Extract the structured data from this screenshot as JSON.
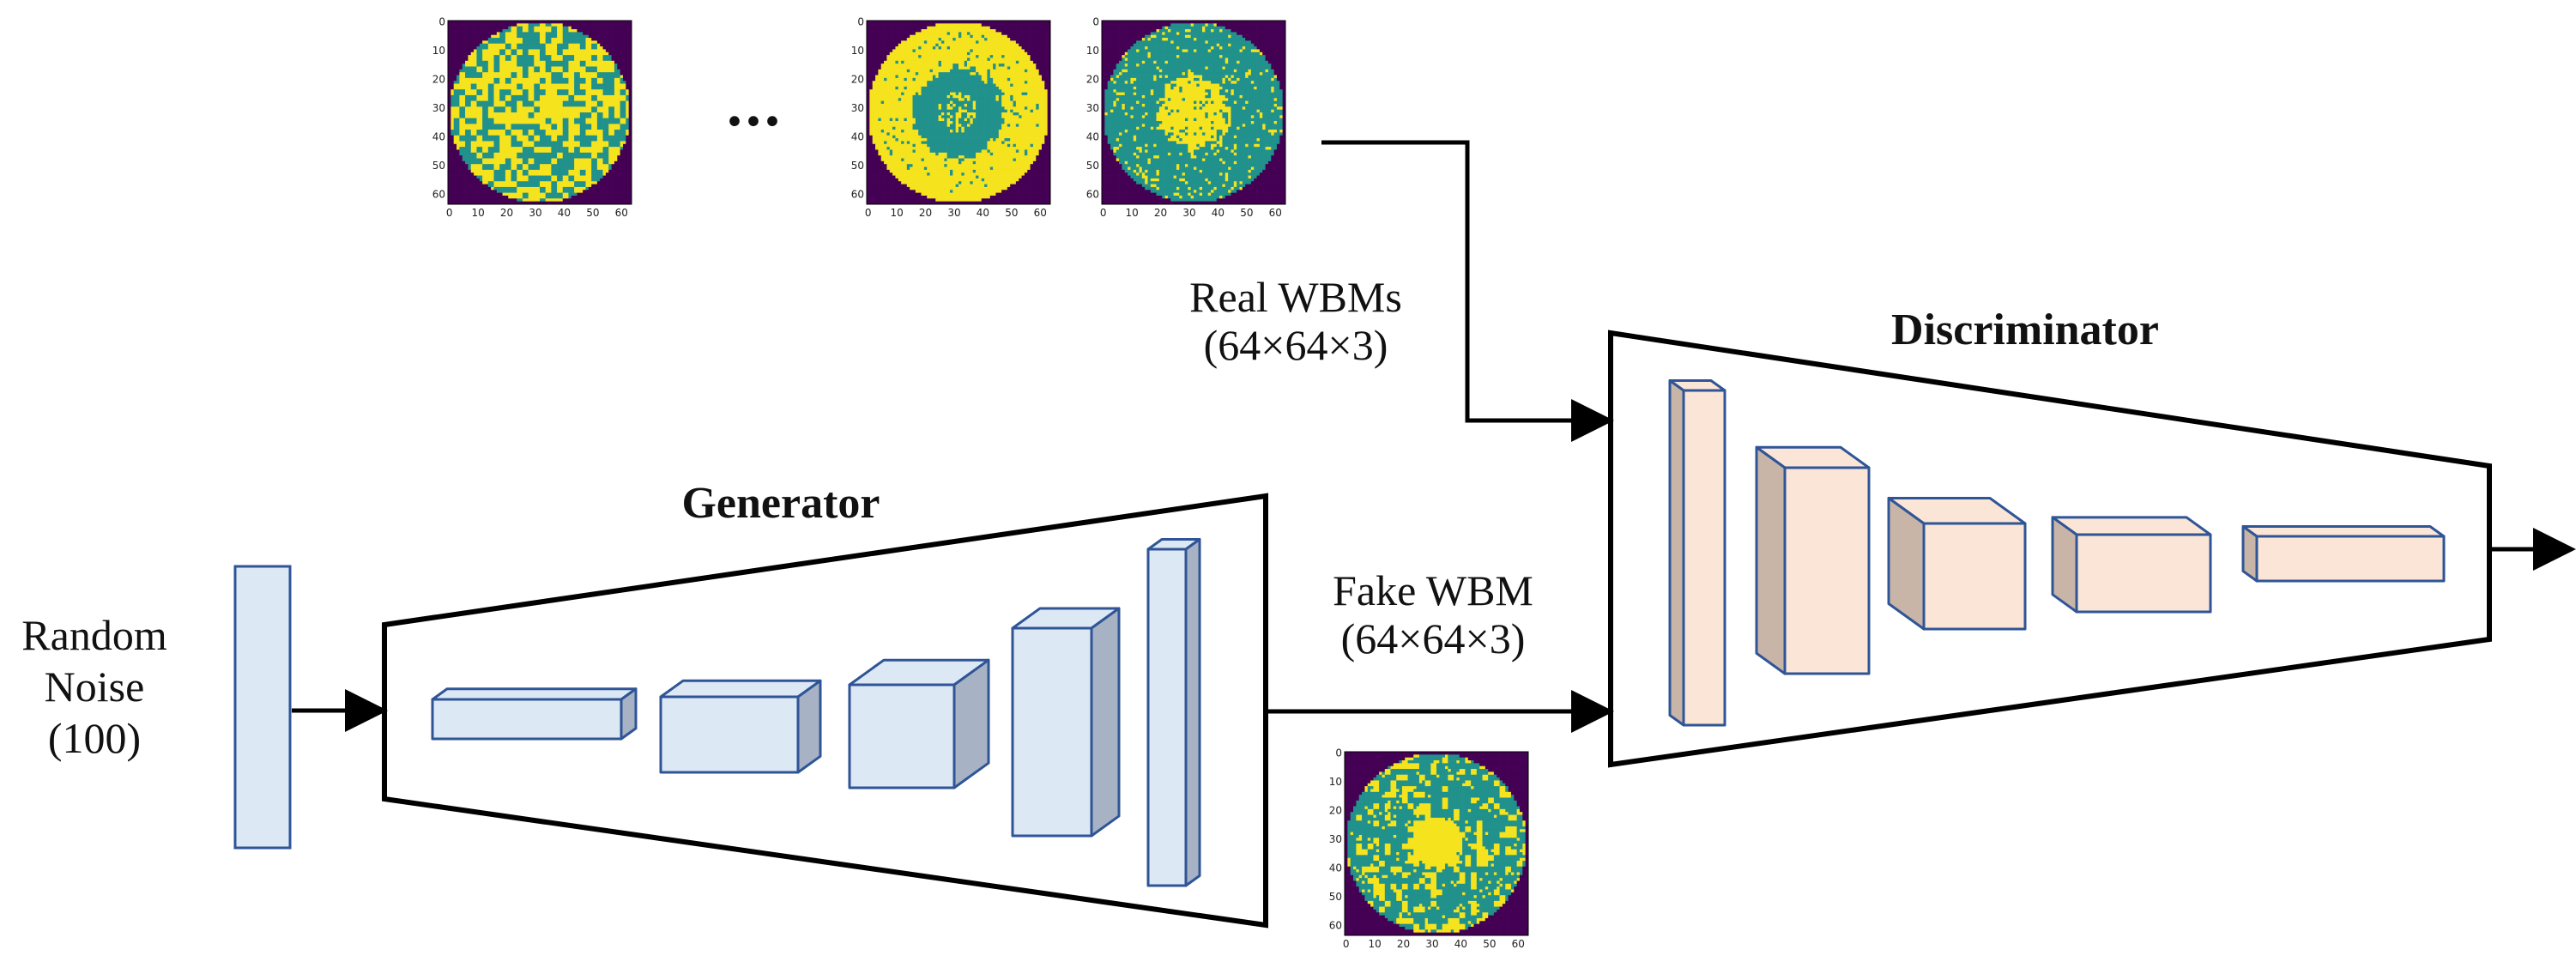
{
  "labels": {
    "real_wbms": "Real WBMs",
    "real_wbms_shape": "(64×64×3)",
    "fake_wbm": "Fake WBM",
    "fake_wbm_shape": "(64×64×3)",
    "generator": "Generator",
    "discriminator": "Discriminator",
    "noise_line1": "Random",
    "noise_line2": "Noise",
    "noise_line3": "(100)",
    "ellipsis": "..."
  },
  "wafer_maps": [
    {
      "name": "real-wbm-1",
      "pattern": "random"
    },
    {
      "name": "real-wbm-2",
      "pattern": "center-ring"
    },
    {
      "name": "real-wbm-3",
      "pattern": "center-blob"
    },
    {
      "name": "fake-wbm",
      "pattern": "fake"
    }
  ],
  "map_ticks": [
    "0",
    "10",
    "20",
    "30",
    "40",
    "50",
    "60"
  ],
  "colors": {
    "generator_fill": "#dde8f5",
    "generator_stroke": "#2f5597",
    "generator_side": "#a7b3c4",
    "discriminator_fill": "#fbe5d6",
    "discriminator_stroke": "#2f5597",
    "discriminator_side": "#c9b5a8",
    "wafer_yellow": "#f5e31e",
    "wafer_teal": "#21918c",
    "wafer_background": "#440154"
  }
}
